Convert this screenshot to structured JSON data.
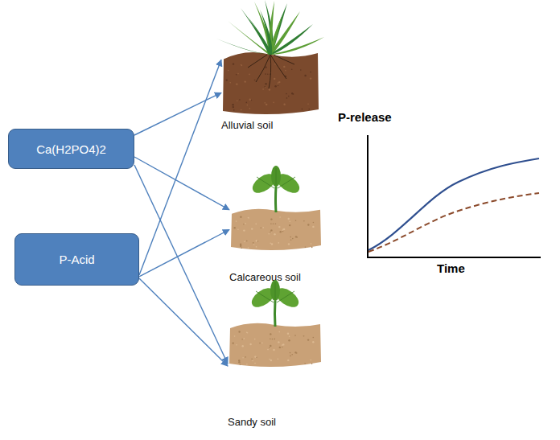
{
  "diagram": {
    "nodes": [
      {
        "text": [
          "Ca(H2PO4)2"
        ]
      },
      {
        "text": [
          "P-Acid"
        ]
      },
      {
        "text": [
          "Alluvial soil"
        ]
      },
      {
        "text": [
          "Calcareous soil"
        ]
      },
      {
        "text": [
          "Sandy soil"
        ]
      }
    ],
    "edges": [
      {
        "from": 0,
        "to": 2,
        "arrow": "to"
      },
      {
        "from": 0,
        "to": 3,
        "arrow": "to"
      },
      {
        "from": 0,
        "to": 4,
        "arrow": "to"
      },
      {
        "from": 1,
        "to": 2,
        "arrow": "to"
      },
      {
        "from": 1,
        "to": 3,
        "arrow": "to"
      },
      {
        "from": 1,
        "to": 4,
        "arrow": "to"
      }
    ],
    "labels": [
      "P-release",
      "Time"
    ]
  }
}
